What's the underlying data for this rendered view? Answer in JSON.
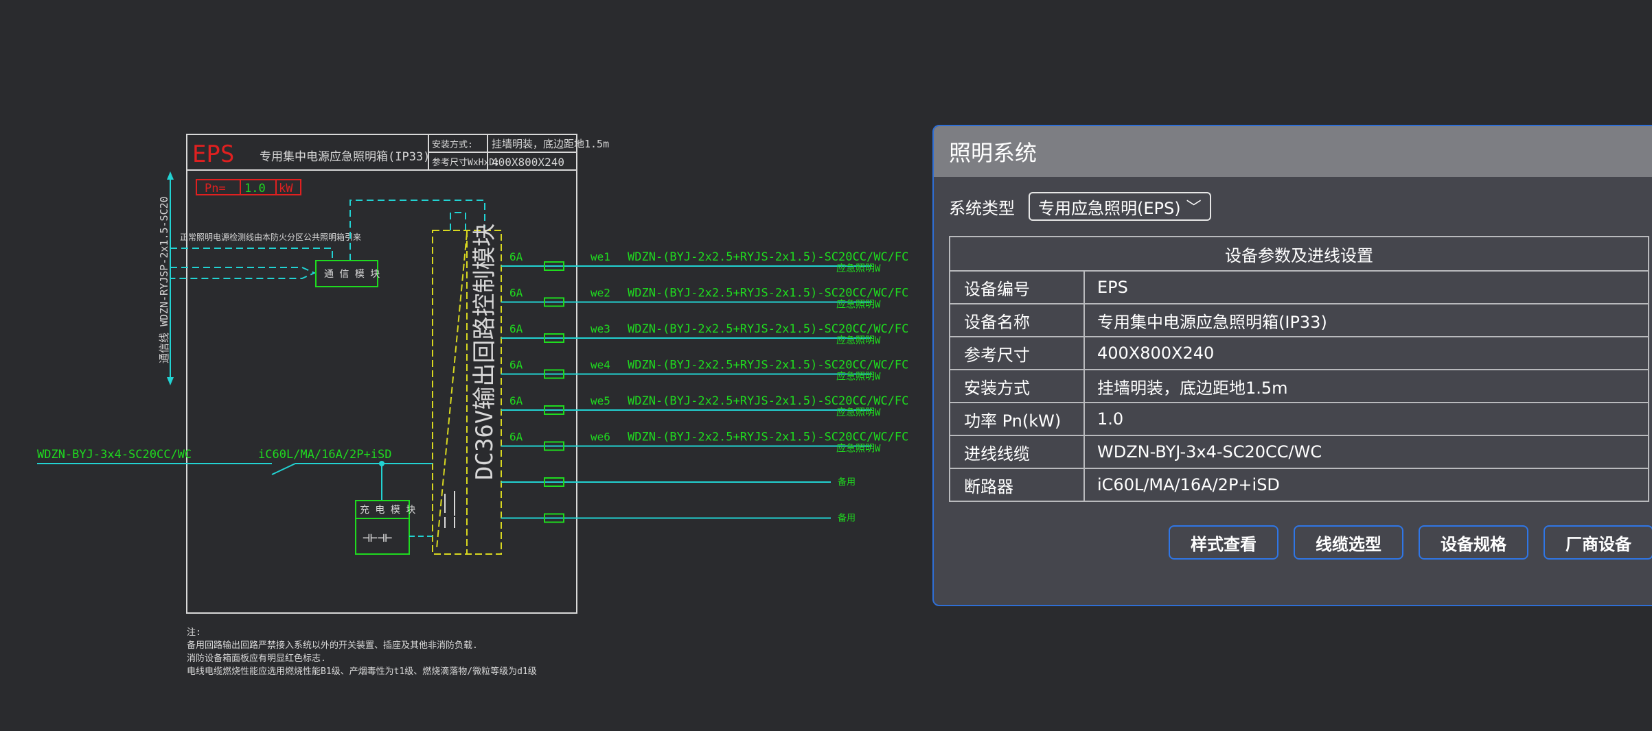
{
  "drawing": {
    "eps_label": "EPS",
    "box_title": "专用集中电源应急照明箱(IP33)",
    "install_label": "安装方式:",
    "install_value": "挂墙明装，底边距地1.5m",
    "size_label": "参考尺寸WxHxD:",
    "size_value": "400X800X240",
    "pn_label": "Pn=",
    "pn_value": "1.0",
    "pn_unit": "kW",
    "normal_note": "正常照明电源检测线由本防火分区公共照明箱引来",
    "comm_module": "通 信 模 块",
    "left_cable": "通信线 WDZN-RYJSP-2x1.5-SC20",
    "control_module": "DC36V输出回路控制模块",
    "incoming_cable": "WDZN-BYJ-3x4-SC20CC/WC",
    "breaker": "iC60L/MA/16A/2P+iSD",
    "charge_module": "充 电 模 块",
    "battery_symbol": "⊣⊢⊣⊢",
    "circuits": [
      {
        "rating": "6A",
        "id": "we1",
        "cable": "WDZN-(BYJ-2x2.5+RYJS-2x1.5)-SC20CC/WC/FC",
        "load": "应急照明W"
      },
      {
        "rating": "6A",
        "id": "we2",
        "cable": "WDZN-(BYJ-2x2.5+RYJS-2x1.5)-SC20CC/WC/FC",
        "load": "应急照明W"
      },
      {
        "rating": "6A",
        "id": "we3",
        "cable": "WDZN-(BYJ-2x2.5+RYJS-2x1.5)-SC20CC/WC/FC",
        "load": "应急照明W"
      },
      {
        "rating": "6A",
        "id": "we4",
        "cable": "WDZN-(BYJ-2x2.5+RYJS-2x1.5)-SC20CC/WC/FC",
        "load": "应急照明W"
      },
      {
        "rating": "6A",
        "id": "we5",
        "cable": "WDZN-(BYJ-2x2.5+RYJS-2x1.5)-SC20CC/WC/FC",
        "load": "应急照明W"
      },
      {
        "rating": "6A",
        "id": "we6",
        "cable": "WDZN-(BYJ-2x2.5+RYJS-2x1.5)-SC20CC/WC/FC",
        "load": "应急照明W"
      }
    ],
    "spares": [
      "备用",
      "备用"
    ],
    "notes": [
      "注:",
      "备用回路输出回路严禁接入系统以外的开关装置、插座及其他非消防负载.",
      "消防设备箱面板应有明显红色标志.",
      "电线电缆燃烧性能应选用燃烧性能B1级、产烟毒性为t1级、燃烧滴落物/微粒等级为d1级"
    ]
  },
  "dialog": {
    "title": "照明系统",
    "system_type_label": "系统类型",
    "system_type_value": "专用应急照明(EPS)",
    "table_title": "设备参数及进线设置",
    "rows": [
      {
        "key": "设备编号",
        "value": "EPS"
      },
      {
        "key": "设备名称",
        "value": "专用集中电源应急照明箱(IP33)"
      },
      {
        "key": "参考尺寸",
        "value": "400X800X240"
      },
      {
        "key": "安装方式",
        "value": "挂墙明装，底边距地1.5m"
      },
      {
        "key": "功率 Pn(kW)",
        "value": "1.0"
      },
      {
        "key": "进线线缆",
        "value": "WDZN-BYJ-3x4-SC20CC/WC"
      },
      {
        "key": "断路器",
        "value": "iC60L/MA/16A/2P+iSD"
      }
    ],
    "buttons": [
      "样式查看",
      "线缆选型",
      "设备规格",
      "厂商设备"
    ]
  },
  "colors": {
    "background": "#2a2b2e",
    "cad_green": "#1fdb1f",
    "cad_cyan": "#22d3d3",
    "cad_red": "#e02020",
    "cad_yellow": "#d8d820",
    "cad_white": "#d8d8d8",
    "dialog_border": "#2f6fd6"
  }
}
